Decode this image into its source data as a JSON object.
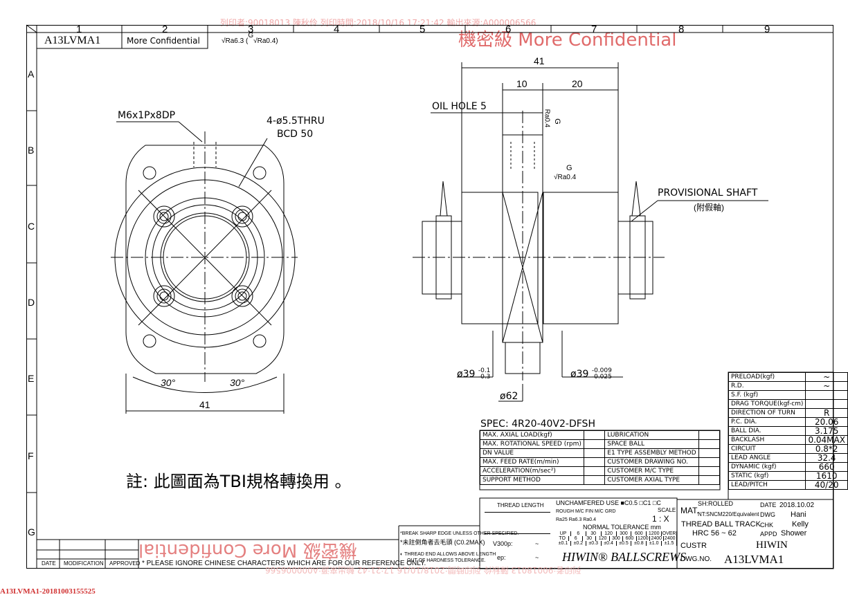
{
  "watermark": {
    "top_line": "列印者:90018013 陳秋伶 列印時間:2018/10/16 17:21:42 輸出來源:A000006566",
    "confidential": "機密級 More Confidential",
    "bottom_mirror": "機密級 More Confidential",
    "bottom_line_mirror": "列印者:90018013 陳秋伶 列印時間:2018/10/16 17:21:42 輸出來源:A000006566"
  },
  "grid_columns": [
    "1",
    "2",
    "3",
    "4",
    "5",
    "6",
    "7",
    "8",
    "9"
  ],
  "grid_rows": [
    "A",
    "B",
    "C",
    "D",
    "E",
    "F",
    "G"
  ],
  "header": {
    "dwg_code": "A13LVMA1",
    "confidential_box": "More Confidential",
    "surface_roughness": "Ra6.3",
    "surface_roughness_g": "G",
    "surface_roughness_sub": "Ra0.4"
  },
  "front_view": {
    "tap_note": "M6x1Px8DP",
    "hole_note_1": "4-ø5.5THRU",
    "hole_note_2": "BCD 50",
    "angle_left": "30°",
    "angle_right": "30°",
    "width_dim": "41"
  },
  "side_view": {
    "overall": "41",
    "dim_10": "10",
    "dim_20": "20",
    "oil_hole": "OIL HOLE 5",
    "roughness_top_g": "G",
    "roughness_top": "Ra0.4",
    "roughness_mid_g": "G",
    "roughness_mid": "Ra0.4",
    "provisional_shaft": "PROVISIONAL SHAFT",
    "provisional_shaft_cn": "(附假軸)",
    "dia_left": "ø39",
    "dia_left_tol_up": "-0.1",
    "dia_left_tol_low": "-0.3",
    "dia_right": "ø39",
    "dia_right_tol_up": "-0.009",
    "dia_right_tol_low": "-0.025",
    "dia_flange": "ø62"
  },
  "note_cn": "註: 此圖面為TBI規格轉換用 。",
  "spec_table": {
    "title": "SPEC: 4R20-40V2-DFSH",
    "rows": [
      [
        "MAX. AXIAL LOAD(kgf)",
        "",
        "LUBRICATION",
        ""
      ],
      [
        "MAX. ROTATIONAL SPEED (rpm)",
        "",
        "SPACE BALL",
        ""
      ],
      [
        "DN VALUE",
        "",
        "E1 TYPE ASSEMBLY METHOD",
        ""
      ],
      [
        "MAX. FEED RATE(m/min)",
        "",
        "CUSTOMER DRAWING NO.",
        ""
      ],
      [
        "ACCELERATION(m/sec²)",
        "",
        "CUSTOMER M/C TYPE",
        ""
      ],
      [
        "SUPPORT METHOD",
        "",
        "CUSTOMER AXIAL TYPE",
        ""
      ]
    ]
  },
  "param_table": [
    [
      "PRELOAD(kgf)",
      "~"
    ],
    [
      "R.D.",
      "~"
    ],
    [
      "S.F.  (kgf)",
      ""
    ],
    [
      "DRAG TORQUE(kgf-cm)",
      ""
    ],
    [
      "DIRECTION OF TURN",
      "R"
    ],
    [
      "P.C. DIA.",
      "20.06"
    ],
    [
      "BALL DIA.",
      "3.175"
    ],
    [
      "BACKLASH",
      "0.04MAX"
    ],
    [
      "CIRCUIT",
      "0.8*2"
    ],
    [
      "LEAD ANGLE",
      "32.4"
    ],
    [
      "DYNAMIC    (kgf)",
      "660"
    ],
    [
      "STATIC    (kgf)",
      "1610"
    ],
    [
      "LEAD/PITCH",
      "40/20"
    ]
  ],
  "title_block": {
    "thread_length": "THREAD LENGTH",
    "unchamfered": "UNCHAMFERED USE",
    "chamfer_opts": "■C0.5  □C1  □C",
    "rough_mc": "ROUGH M/C",
    "fin_mc": "FIN M/C",
    "grd": "GRD",
    "scale_label": "SCALE",
    "scale_value": "1 : X",
    "ra25": "Ra25",
    "ra63": "Ra6.3",
    "ra04": "Ra0.4",
    "normal_tol": "NORMAL  TOLERANCE  mm",
    "tol_up": [
      "UP",
      "6",
      "30",
      "120",
      "300",
      "600",
      "1200",
      "OVER"
    ],
    "tol_to": [
      "TO",
      "6",
      "30",
      "120",
      "300",
      "600",
      "1200",
      "2400",
      "2400"
    ],
    "tol_vals": [
      "±0.1",
      "±0.2",
      "±0.3",
      "±0.4",
      "±0.5",
      "±0.8",
      "±1.0",
      "±1.5"
    ],
    "break_edge": "*BREAK SHARP EDGE UNLESS OTHER SPECIFIED.",
    "break_edge_cn": "*未註倒角者去毛頭  (C0.2MAX)",
    "thread_end": "THREAD END ALLOWS ABOVE LENGTH",
    "thread_end_2": "OUT OF HARDNESS TOLERANCE.",
    "v300p": "V300p:",
    "v300p_val": "~",
    "ep": "ep:",
    "ep_val": "~",
    "mat_label": "MAT.",
    "mat_1": "SH:ROLLED",
    "mat_2": "NT:SNCM220/Equivalent",
    "date_label": "DATE",
    "date_value": "2018.10.02",
    "dwg_label": "DWG",
    "dwg_value": "Hani",
    "chk_label": "CHK",
    "chk_value": "Kelly",
    "appd_label": "APPD",
    "appd_value": "Shower",
    "thread_ball": "THREAD BALL TRACK",
    "hrc": "HRC 56 ~ 62",
    "custr_label": "CUSTR",
    "custr_value": "HIWIN",
    "brand": "HIWIN® BALLSCREWS",
    "dwgno_label": "DWG.NO.",
    "dwgno_value": "A13LVMA1"
  },
  "revision": {
    "date": "DATE",
    "modification": "MODIFICATION",
    "approved": "APPROVED",
    "ignore_note": "* PLEASE IGNORE CHINESE CHARACTERS WHICH ARE FOR OUR REFERENCE ONLY."
  },
  "footer": "A13LVMA1-20181003155525"
}
